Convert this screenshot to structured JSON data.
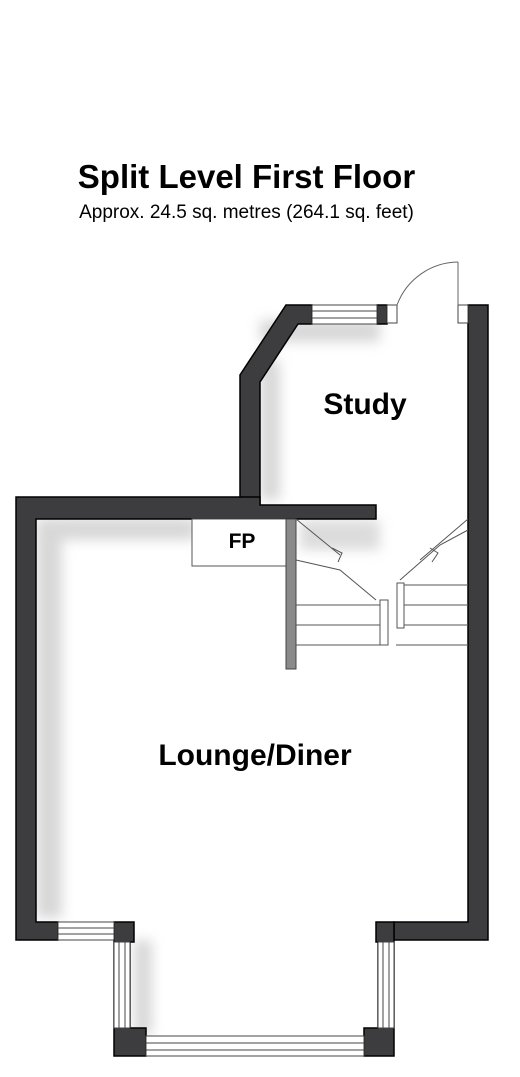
{
  "plan": {
    "title": "Split Level First Floor",
    "subtitle": "Approx. 24.5 sq. metres (264.1 sq. feet)"
  },
  "rooms": {
    "study": "Study",
    "fireplace": "FP",
    "lounge": "Lounge/Diner"
  },
  "colors": {
    "wall_fill": "#3d3d3f",
    "wall_outline": "#000000",
    "shadow": "#c8c8c8",
    "fixture_line": "#555555"
  }
}
